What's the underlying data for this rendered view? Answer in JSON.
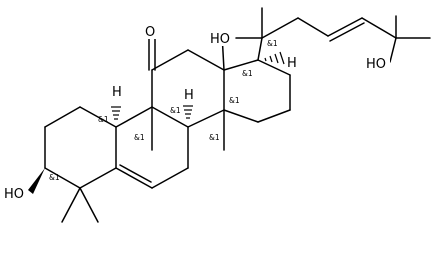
{
  "structure": {
    "atom_labels": {
      "ketone_o": "O",
      "oh_c3": "HO",
      "oh_c20": "HO",
      "oh_c25": "HO",
      "h_c9": "H",
      "h_c8": "H",
      "h_c17": "H"
    },
    "stereo_labels": {
      "c3": "&1",
      "c8": "&1",
      "c9": "&1",
      "c10": "&1",
      "c13": "&1",
      "c14": "&1",
      "c17": "&1",
      "c20": "&1"
    },
    "stroke_color": "#000000",
    "background": "#ffffff"
  }
}
